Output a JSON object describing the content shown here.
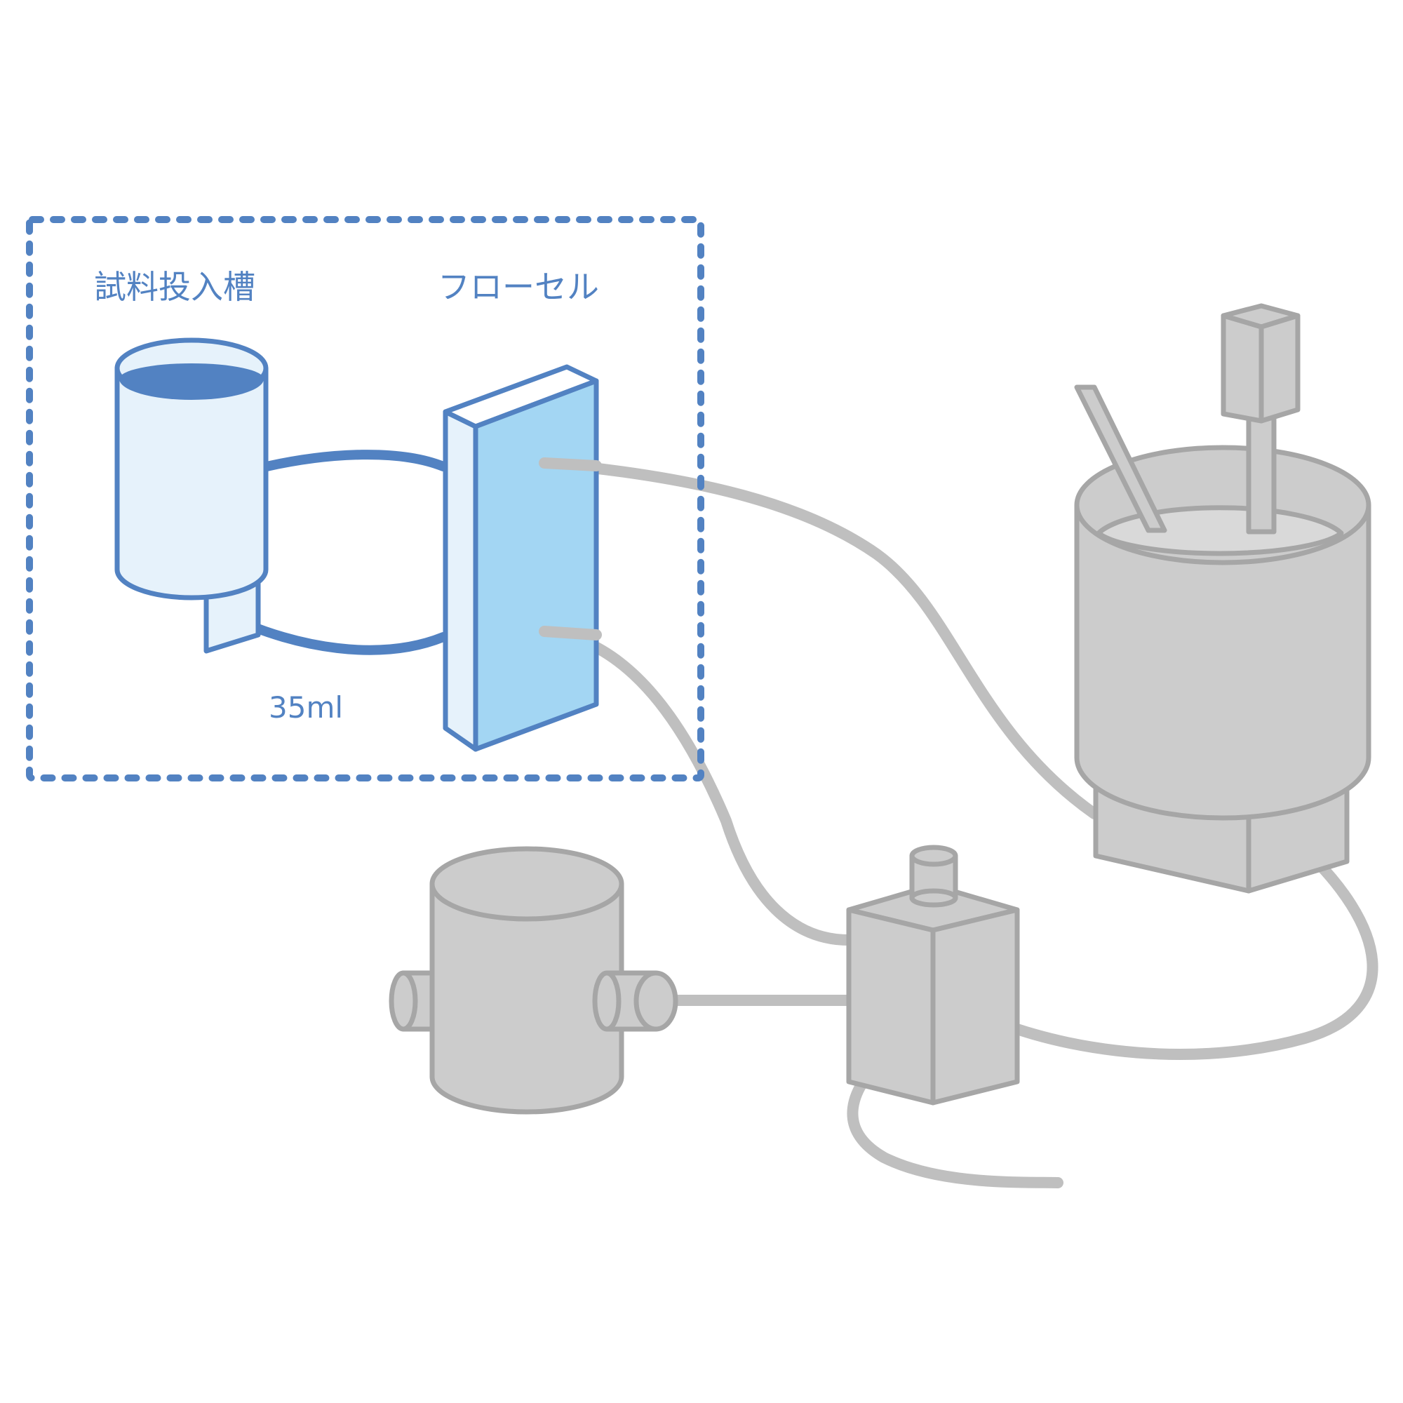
{
  "labels": {
    "sample_tank": "試料投入槽",
    "flow_cell": "フローセル",
    "volume": "35ml"
  },
  "colors": {
    "highlight_stroke": "#5282c2",
    "tank_fill": "#e6f2fb",
    "flow_cell_front": "#a3d6f3",
    "flow_cell_side": "#e6f2fb",
    "gray_fill": "#cccccc",
    "gray_stroke": "#a6a6a6",
    "gray_tube": "#bfbfbf",
    "background": "#ffffff"
  }
}
